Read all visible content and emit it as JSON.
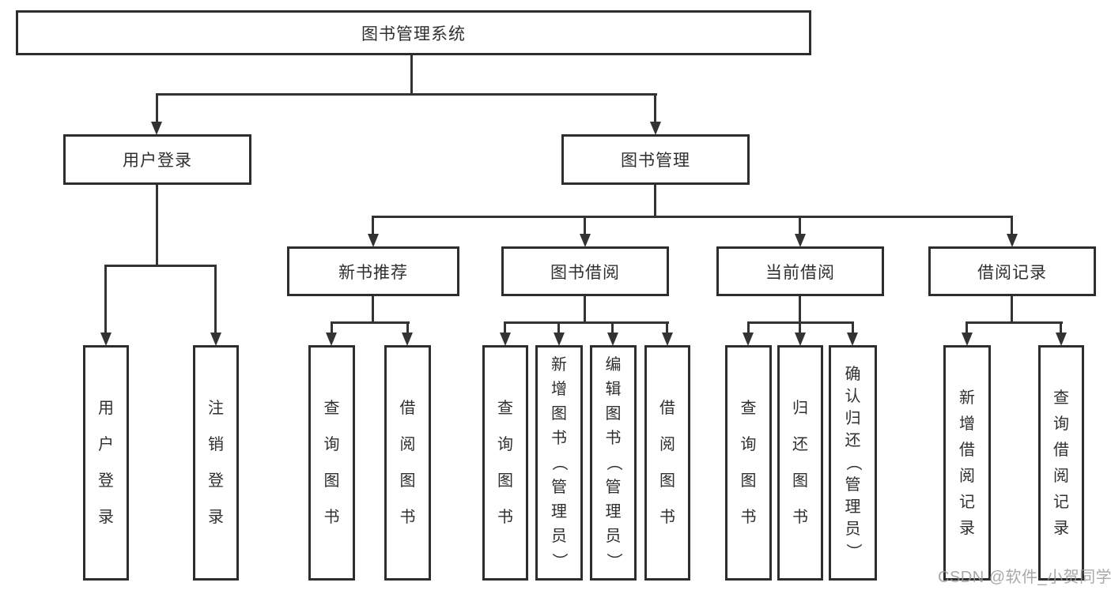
{
  "tree": {
    "root": "图书管理系统",
    "children": [
      {
        "label": "用户登录",
        "children": [
          {
            "label": "用户登录"
          },
          {
            "label": "注销登录"
          }
        ]
      },
      {
        "label": "图书管理",
        "children": [
          {
            "label": "新书推荐",
            "children": [
              {
                "label": "查询图书"
              },
              {
                "label": "借阅图书"
              }
            ]
          },
          {
            "label": "图书借阅",
            "children": [
              {
                "label": "查询图书"
              },
              {
                "label": "新增图书（管理员）"
              },
              {
                "label": "编辑图书（管理员）"
              },
              {
                "label": "借阅图书"
              }
            ]
          },
          {
            "label": "当前借阅",
            "children": [
              {
                "label": "查询图书"
              },
              {
                "label": "归还图书"
              },
              {
                "label": "确认归还（管理员）"
              }
            ]
          },
          {
            "label": "借阅记录",
            "children": [
              {
                "label": "新增借阅记录"
              },
              {
                "label": "查询借阅记录"
              }
            ]
          }
        ]
      }
    ]
  },
  "watermark": {
    "text": "CSDN @软件_小贺同学"
  },
  "colors": {
    "line": "#333333",
    "box_border": "#2d2d2d",
    "text": "#2f2f2f",
    "background": "#ffffff",
    "watermark": "#9a9a9a"
  }
}
